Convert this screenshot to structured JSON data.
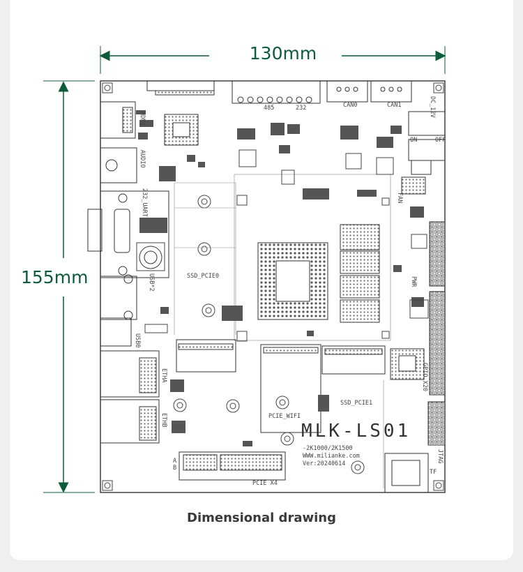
{
  "dimensions": {
    "width_label": "130mm",
    "height_label": "155mm",
    "accent_color": "#0c5c3a"
  },
  "caption": "Dimensional drawing",
  "board": {
    "name": "MLK-LS01",
    "model_line": "-2K1000/2K1500",
    "website": "WWW.milianke.com",
    "version": "Ver:20240614",
    "connectors": {
      "hdmi": "HDMI",
      "audio": "AUDIO",
      "uart": "232_UART",
      "usb2": "USB*2",
      "usb0": "USB0",
      "etha": "ETHA",
      "ethb": "ETHB",
      "ssd_pcie0": "SSD_PCIE0",
      "ssd_pcie1": "SSD_PCIE1",
      "pcie_wifi": "PCIE_WIFI",
      "pcie_x4": "PCIE X4",
      "can0": "CAN0",
      "can1": "CAN1",
      "dc_12v": "DC_12V",
      "on": "ON",
      "off": "OFF",
      "fan": "FAN",
      "pwr": "PWR",
      "gpio": "GPIO X20",
      "jtag": "JTAG",
      "tf": "TF",
      "rs485": "485",
      "rs232": "232",
      "row_a": "A",
      "row_b": "B"
    }
  }
}
